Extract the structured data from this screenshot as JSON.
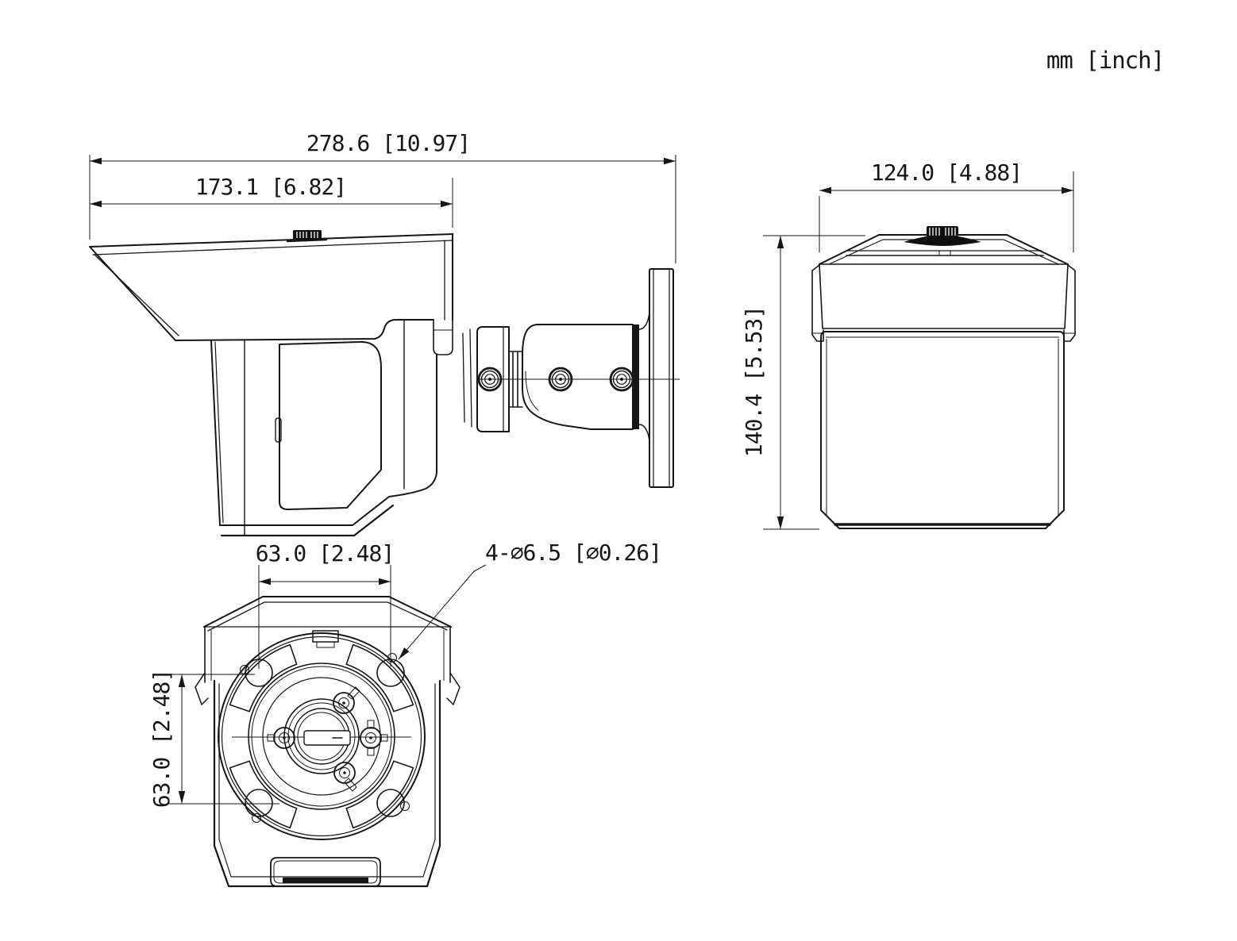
{
  "units_label": "mm [inch]",
  "side_view": {
    "total_length": "278.6 [10.97]",
    "shield_length": "173.1 [6.82]"
  },
  "front_view": {
    "width": "124.0 [4.88]",
    "height": "140.4 [5.53]"
  },
  "bottom_view": {
    "hole_spacing_horizontal": "63.0 [2.48]",
    "hole_spacing_vertical": "63.0 [2.48]",
    "mounting_holes": "4-∅6.5 [∅0.26]"
  },
  "colors": {
    "line": "#161616",
    "background": "#ffffff"
  }
}
